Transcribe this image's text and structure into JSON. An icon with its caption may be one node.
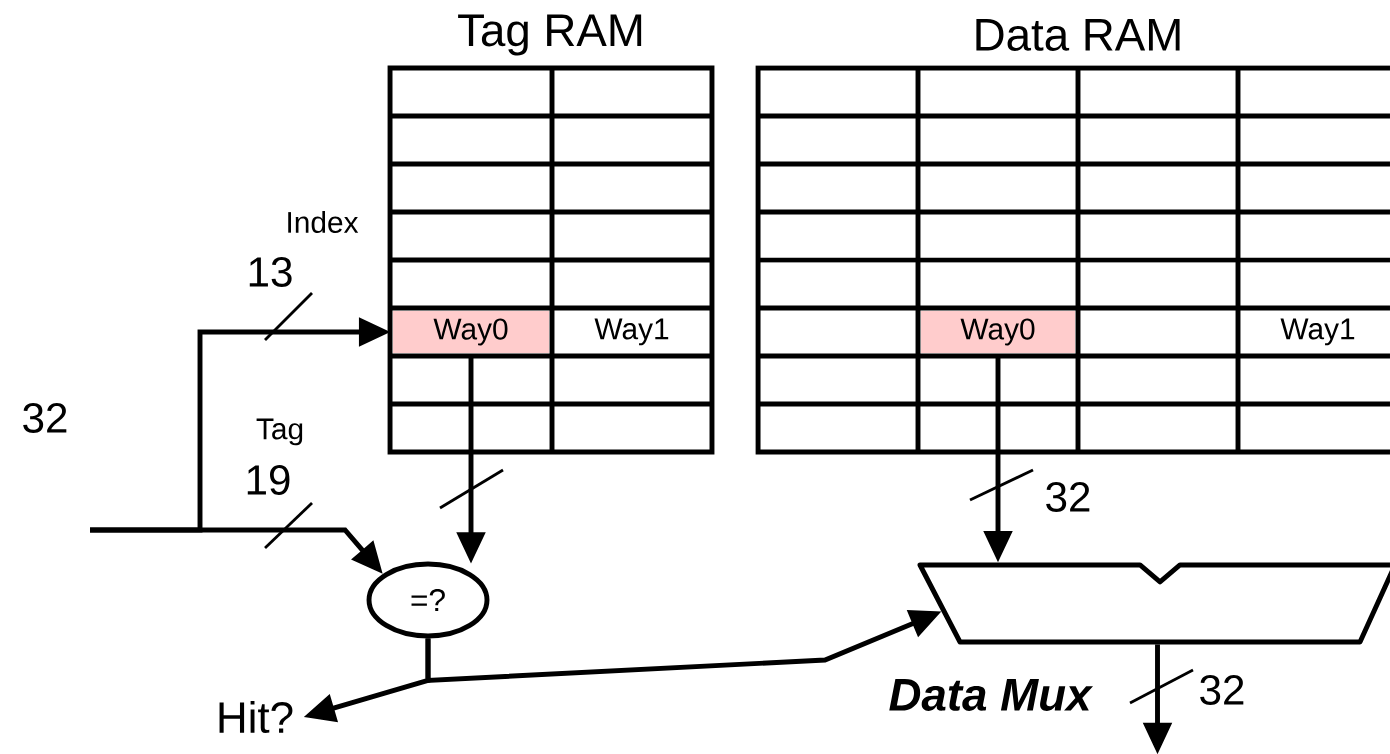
{
  "diagram": {
    "nodes": [
      {
        "text": [
          "Tag RAM"
        ]
      },
      {
        "text": [
          "Way0"
        ],
        "in": 0
      },
      {
        "text": [
          "Way1"
        ],
        "in": 0
      },
      {
        "text": [
          "Data RAM"
        ]
      },
      {
        "text": [
          "Way0"
        ],
        "in": 3
      },
      {
        "text": [
          "Way1"
        ],
        "in": 3
      },
      {
        "text": [
          "=?"
        ]
      },
      {
        "text": [
          "Data Mux"
        ]
      },
      {
        "text": [
          "Hit?"
        ]
      }
    ],
    "edges": [
      {
        "from": null,
        "to": 1,
        "arrow": "to",
        "label": "13"
      },
      {
        "from": null,
        "to": 6,
        "arrow": "to",
        "label": "19"
      },
      {
        "from": 1,
        "to": 6,
        "arrow": "to"
      },
      {
        "from": 4,
        "to": 7,
        "arrow": "to",
        "label": "32"
      },
      {
        "from": 6,
        "to": 7,
        "arrow": "to"
      },
      {
        "from": 6,
        "to": 8,
        "arrow": "to"
      },
      {
        "from": 7,
        "to": null,
        "arrow": "to",
        "label": "32"
      }
    ],
    "labels": [
      "Index",
      "32",
      "Tag"
    ]
  }
}
